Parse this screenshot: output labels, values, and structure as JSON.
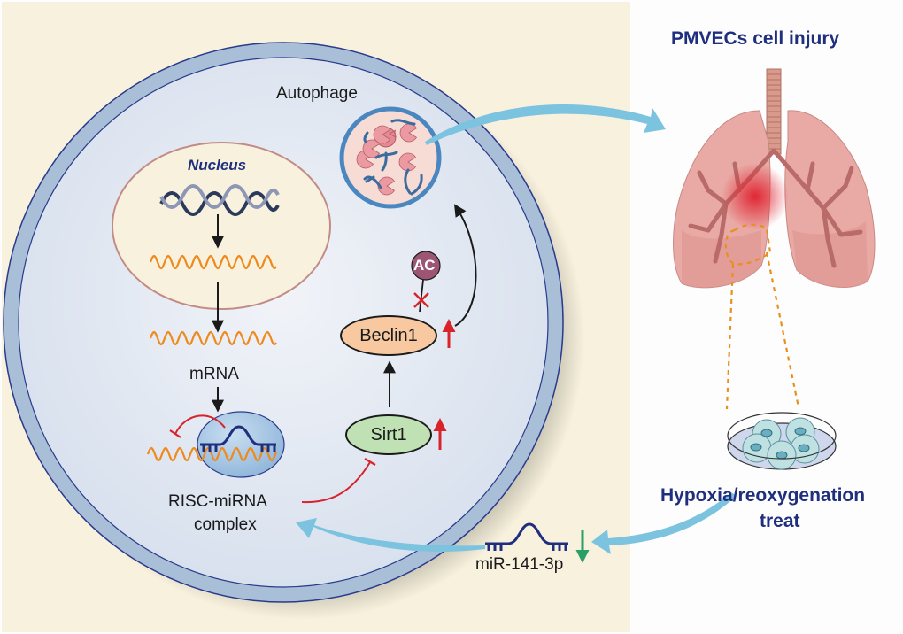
{
  "figure": {
    "labels": {
      "autophage": "Autophage",
      "nucleus": "Nucleus",
      "mrna": "mRNA",
      "risc_line1": "RISC-miRNA",
      "risc_line2": "complex",
      "beclin1": "Beclin1",
      "sirt1": "Sirt1",
      "ac": "AC",
      "mir": "miR-141-3p",
      "pmvecs": "PMVECs cell injury",
      "hypoxia_line1": "Hypoxia/reoxygenation",
      "hypoxia_line2": "treat"
    },
    "regulation": {
      "sirt1": "up",
      "beclin1": "up",
      "mir": "down"
    },
    "colors": {
      "background_panel": "#f8f1de",
      "cell_fill": "#dfe6f1",
      "cell_membrane": "#a9bfd7",
      "cell_outline": "#2a3a8c",
      "nucleus_fill": "#f8f1de",
      "nucleus_outline": "#c28b86",
      "mrna_wave": "#ee8a1c",
      "inhibit_red": "#d9232b",
      "up_arrow_red": "#d9232b",
      "down_arrow_green": "#2aa066",
      "flow_arrow_blue": "#7cc3df",
      "beclin_fill": "#f8c9a1",
      "sirt_fill": "#bfe1b4",
      "ac_fill": "#9c5674",
      "title_navy": "#1f2f7e",
      "lung_pink": "#e9a9a4",
      "dotted_orange": "#e8901e"
    }
  }
}
